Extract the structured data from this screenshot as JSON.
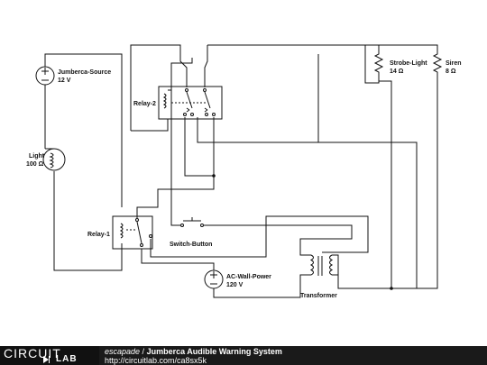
{
  "components": {
    "source": {
      "name": "Jumberca-Source",
      "value": "12 V"
    },
    "light": {
      "name": "Light",
      "value": "100 Ω"
    },
    "relay1": {
      "name": "Relay-1"
    },
    "relay2": {
      "name": "Relay-2"
    },
    "switch": {
      "name": "Switch-Button"
    },
    "ac_power": {
      "name": "AC-Wall-Power",
      "value": "120 V"
    },
    "transformer": {
      "name": "Transformer"
    },
    "strobe": {
      "name": "Strobe-Light",
      "value": "14 Ω"
    },
    "siren": {
      "name": "Siren",
      "value": "8 Ω"
    }
  },
  "footer": {
    "logo_top": "CIRCUIT",
    "logo_bottom": "LAB",
    "author": "escapade",
    "separator": " / ",
    "title": "Jumberca Audible Warning System",
    "url": "http://circuitlab.com/ca8sx5k"
  }
}
